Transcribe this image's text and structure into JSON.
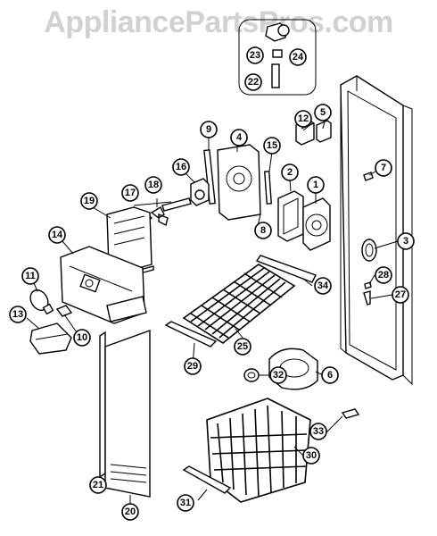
{
  "watermark": "AppliancePartsPros.com",
  "callouts": [
    {
      "label": "1"
    },
    {
      "label": "2"
    },
    {
      "label": "3"
    },
    {
      "label": "4"
    },
    {
      "label": "5"
    },
    {
      "label": "6"
    },
    {
      "label": "7"
    },
    {
      "label": "8"
    },
    {
      "label": "9"
    },
    {
      "label": "10"
    },
    {
      "label": "11"
    },
    {
      "label": "12"
    },
    {
      "label": "13"
    },
    {
      "label": "14"
    },
    {
      "label": "15"
    },
    {
      "label": "16"
    },
    {
      "label": "17"
    },
    {
      "label": "18"
    },
    {
      "label": "19"
    },
    {
      "label": "20"
    },
    {
      "label": "21"
    },
    {
      "label": "22"
    },
    {
      "label": "23"
    },
    {
      "label": "24"
    },
    {
      "label": "25"
    },
    {
      "label": "27"
    },
    {
      "label": "28"
    },
    {
      "label": "29"
    },
    {
      "label": "30"
    },
    {
      "label": "31"
    },
    {
      "label": "32"
    },
    {
      "label": "33"
    },
    {
      "label": "34"
    }
  ]
}
